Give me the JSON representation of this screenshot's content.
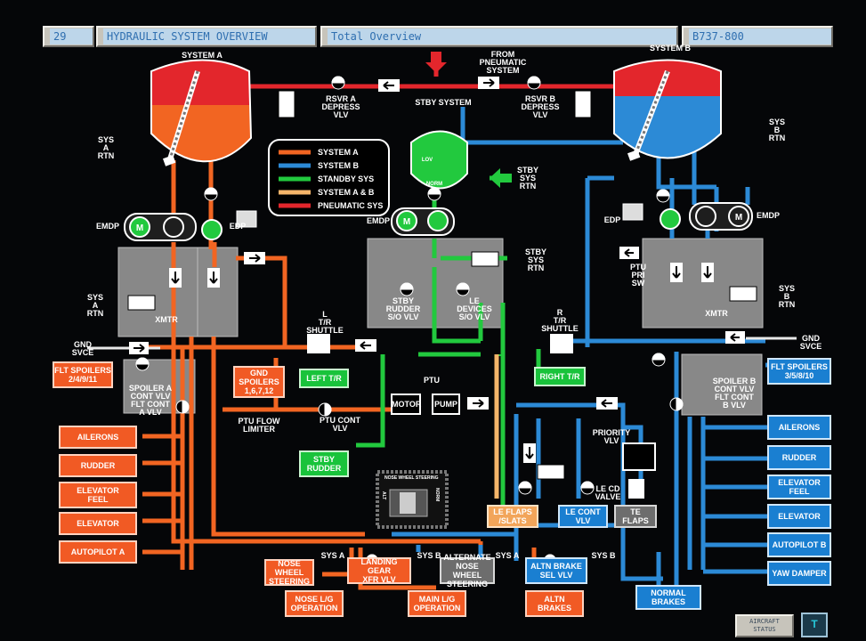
{
  "header": {
    "page_number": "29",
    "page_title": "HYDRAULIC SYSTEM OVERVIEW",
    "view_title": "Total Overview",
    "aircraft": "B737-800"
  },
  "colors": {
    "system_a": "#f26522",
    "system_b": "#2c8ad6",
    "standby": "#22c93e",
    "system_a_b": "#f5b56a",
    "pneumatic": "#e3262c"
  },
  "reservoirs": {
    "a_label": "SYSTEM A",
    "b_label": "SYSTEM B",
    "stby_label": "STBY SYSTEM",
    "stby_lov": "LOV",
    "stby_norm": "NORM"
  },
  "legend": [
    {
      "label": "SYSTEM A"
    },
    {
      "label": "SYSTEM B"
    },
    {
      "label": "STANDBY SYS"
    },
    {
      "label": "SYSTEM A & B"
    },
    {
      "label": "PNEUMATIC SYS"
    }
  ],
  "labels": {
    "from_pneumatic": "FROM\nPNEUMATIC\nSYSTEM",
    "rsvr_a": "RSVR A\nDEPRESS\nVLV",
    "rsvr_b": "RSVR B\nDEPRESS\nVLV",
    "sys_a_rtn_top": "SYS\nA\nRTN",
    "sys_b_rtn_top": "SYS\nB\nRTN",
    "stby_sys_rtn_top": "STBY\nSYS\nRTN",
    "stby_sys_rtn_mid": "STBY\nSYS\nRTN",
    "emdp_a": "EMDP",
    "edp_a": "EDP",
    "emdp_stby": "EMDP",
    "edp_b": "EDP",
    "emdp_b": "EMDP",
    "sys_a_rtn_mid": "SYS\nA\nRTN",
    "sys_b_rtn_mid": "SYS\nB\nRTN",
    "xmtr_a": "XMTR",
    "xmtr_b": "XMTR",
    "ptu_pri_sw": "PTU\nPRI\nSW",
    "gnd_svce_a": "GND\nSVCE",
    "gnd_svce_b": "GND\nSVCE",
    "l_tr_shuttle": "L\nT/R\nSHUTTLE",
    "r_tr_shuttle": "R\nT/R\nSHUTTLE",
    "stby_rudder_vlv": "STBY\nRUDDER\nS/O VLV",
    "le_devices_vlv": "LE\nDEVICES\nS/O VLV",
    "spoiler_a": "SPOILER A\nCONT VLV\nFLT CONT\nA VLV",
    "spoiler_b": "SPOILER B\nCONT VLV\nFLT CONT\nB VLV",
    "ptu_flow_limiter": "PTU FLOW\nLIMITER",
    "ptu_cont_vlv": "PTU CONT\nVLV",
    "motor": "MOTOR",
    "pump": "PUMP",
    "ptu": "PTU",
    "priority_vlv": "PRIORITY\nVLV",
    "le_cd_valve": "LE CD\nVALVE",
    "sys_a_1": "SYS A",
    "sys_b_1": "SYS B",
    "sys_a_2": "SYS A",
    "sys_b_2": "SYS B",
    "nws_title": "NOSE WHEEL STEERING",
    "nws_alt": "ALT",
    "nws_norm": "NORM"
  },
  "boxes": {
    "flt_spoilers_a": "FLT SPOILERS\n2/4/9/11",
    "gnd_spoilers": "GND\nSPOILERS\n1,6,7,12",
    "ailerons_a": "AILERONS",
    "rudder_a": "RUDDER",
    "elevator_feel_a": "ELEVATOR\nFEEL",
    "elevator_a": "ELEVATOR",
    "autopilot_a": "AUTOPILOT A",
    "left_tr": "LEFT T/R",
    "right_tr": "RIGHT T/R",
    "stby_rudder": "STBY\nRUDDER",
    "le_flaps_slats": "LE FLAPS\n/SLATS",
    "le_cont_vlv": "LE CONT\nVLV",
    "te_flaps": "TE\nFLAPS",
    "flt_spoilers_b": "FLT SPOILERS\n3/5/8/10",
    "ailerons_b": "AILERONS",
    "rudder_b": "RUDDER",
    "elevator_feel_b": "ELEVATOR\nFEEL",
    "elevator_b": "ELEVATOR",
    "autopilot_b": "AUTOPILOT B",
    "yaw_damper": "YAW DAMPER",
    "nose_wheel_steering": "NOSE WHEEL\nSTEERING",
    "landing_gear_xfr": "LANDING GEAR\nXFR VLV",
    "alternate_nws": "ALTERNATE\nNOSE WHEEL\nSTEERING",
    "altn_brake_sel": "ALTN BRAKE\nSEL VLV",
    "normal_brakes": "NORMAL\nBRAKES",
    "nose_lg_operation": "NOSE L/G\nOPERATION",
    "main_lg_operation": "MAIN L/G\nOPERATION",
    "altn_brakes": "ALTN\nBRAKES"
  },
  "footer": {
    "aircraft_status": "AIRCRAFT\nSTATUS",
    "t_button": "T"
  }
}
